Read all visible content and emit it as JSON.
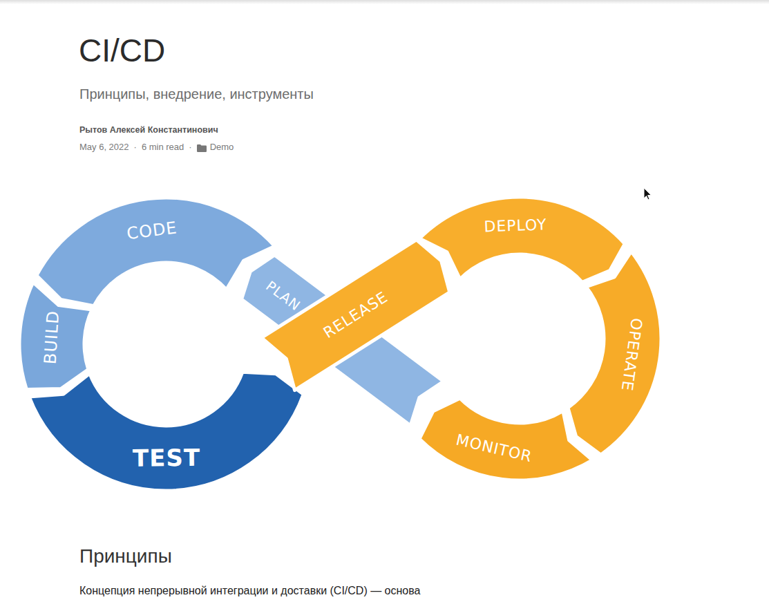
{
  "diagram": {
    "title": "CI/CD",
    "nodes": [
      {
        "text": [
          "PLAN"
        ]
      },
      {
        "text": [
          "CODE"
        ]
      },
      {
        "text": [
          "BUILD"
        ]
      },
      {
        "text": [
          "TEST"
        ]
      },
      {
        "text": [
          "RELEASE"
        ]
      },
      {
        "text": [
          "DEPLOY"
        ]
      },
      {
        "text": [
          "OPERATE"
        ]
      },
      {
        "text": [
          "MONITOR"
        ]
      }
    ],
    "labels": [
      "Принципы, внедрение, инструменты",
      "Рытов Алексей Константинович",
      "May 6, 2022",
      "·",
      "6 min read",
      "·",
      "Demo",
      "Принципы",
      "Концепция непрерывной интеграции и доставки (CI/CD) — основа"
    ]
  }
}
